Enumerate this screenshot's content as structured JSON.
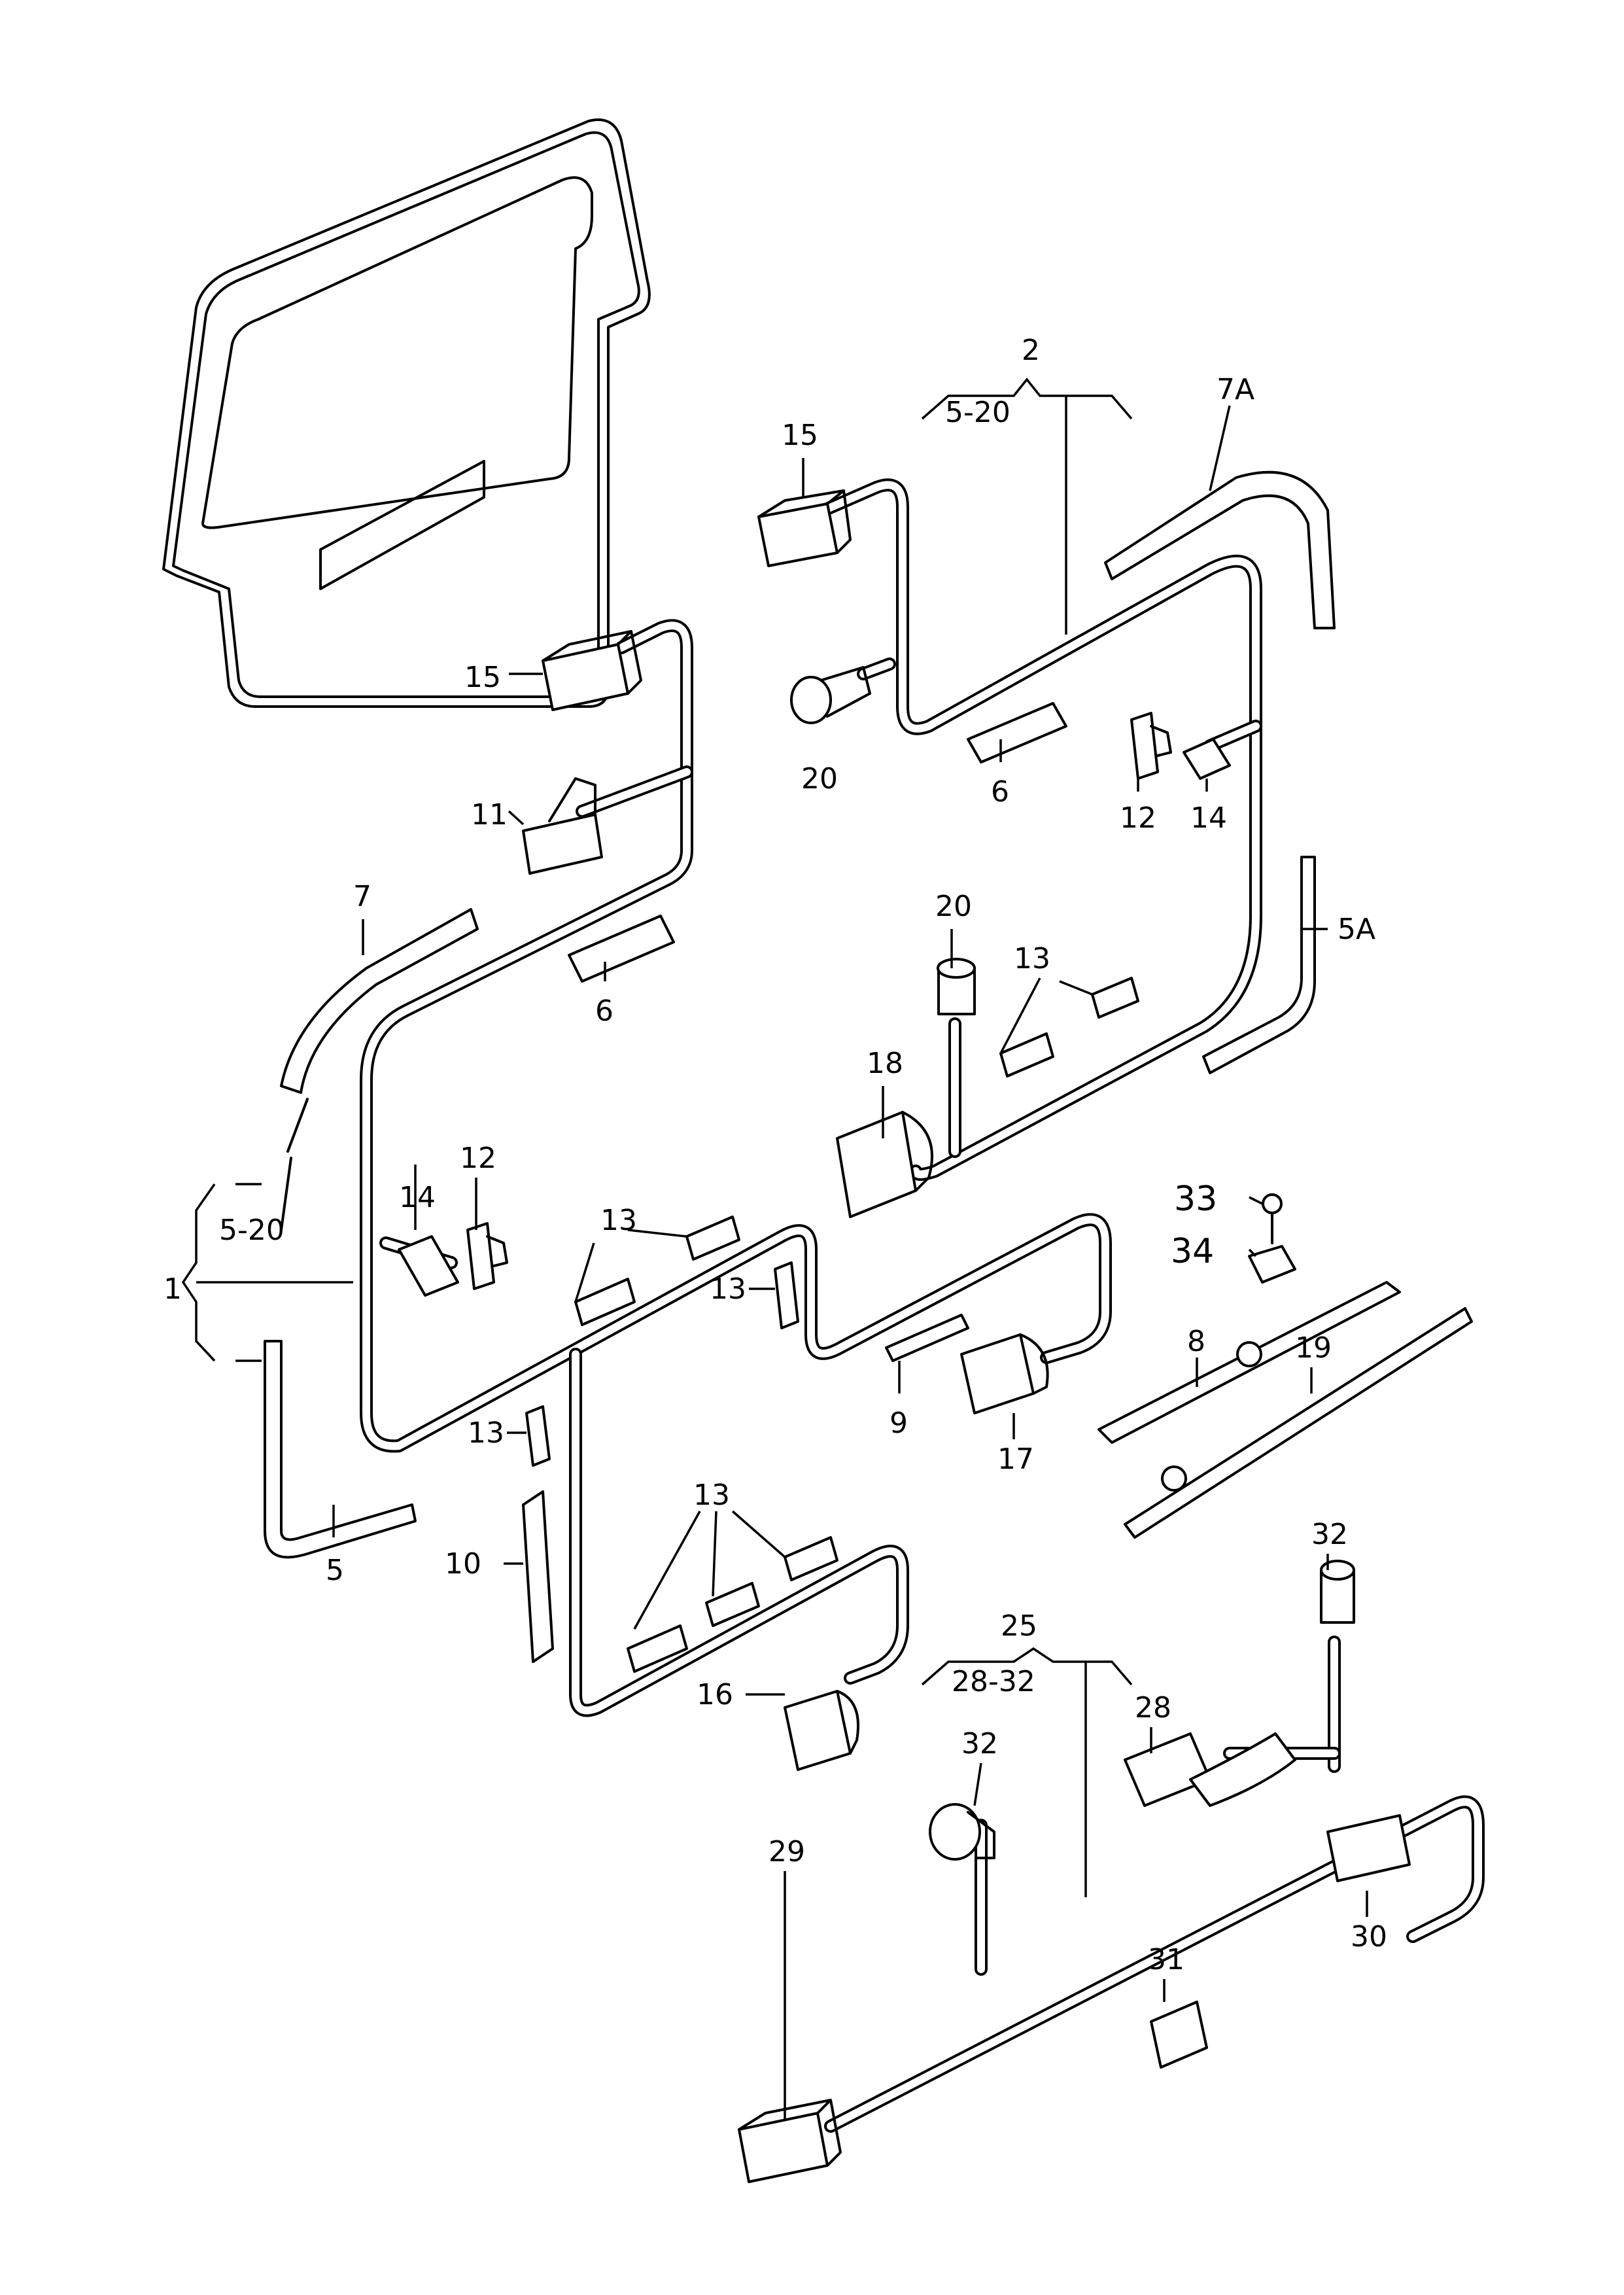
{
  "labels": {
    "l1": "1",
    "l1r": "5-20",
    "l2": "2",
    "l2r": "5-20",
    "l5": "5",
    "l5a": "5A",
    "l6a": "6",
    "l6b": "6",
    "l7": "7",
    "l7a": "7A",
    "l8": "8",
    "l9": "9",
    "l10": "10",
    "l11": "11",
    "l12a": "12",
    "l12b": "12",
    "l13a": "13",
    "l13b": "13",
    "l13c": "13",
    "l13d": "13",
    "l13e": "13",
    "l14a": "14",
    "l14b": "14",
    "l15a": "15",
    "l15b": "15",
    "l16": "16",
    "l17": "17",
    "l18": "18",
    "l19": "19",
    "l20a": "20",
    "l20b": "20",
    "l25": "25",
    "l25r": "28-32",
    "l28": "28",
    "l29": "29",
    "l30": "30",
    "l31": "31",
    "l32a": "32",
    "l32b": "32",
    "l33": "33",
    "l34": "34"
  }
}
